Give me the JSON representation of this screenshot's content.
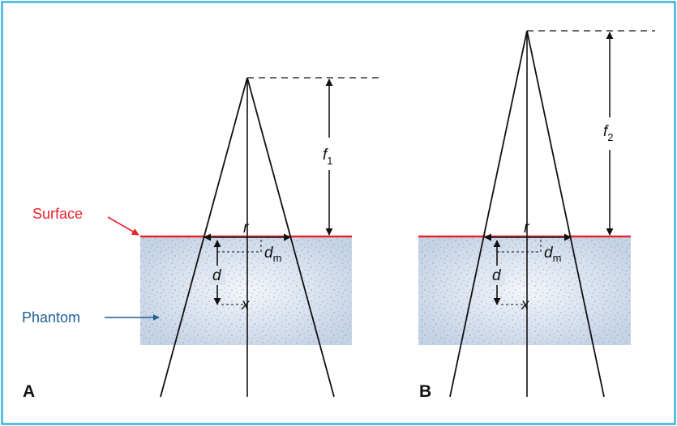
{
  "colors": {
    "frame": "#3bb4dc",
    "surface_line": "#e8242b",
    "surface_label": "#e8242b",
    "phantom_label": "#1f5f96",
    "phantom_fill": "#cdd9ea",
    "ink": "#111111"
  },
  "labels": {
    "surface": "Surface",
    "phantom": "Phantom"
  },
  "panel_a": {
    "letter": "A",
    "f_symbol": "f",
    "f_subscript": "1",
    "r": "r",
    "d": "d",
    "dm_symbol": "d",
    "dm_subscript": "m",
    "x": "x"
  },
  "panel_b": {
    "letter": "B",
    "f_symbol": "f",
    "f_subscript": "2",
    "r": "r",
    "d": "d",
    "dm_symbol": "d",
    "dm_subscript": "m",
    "x": "x"
  }
}
